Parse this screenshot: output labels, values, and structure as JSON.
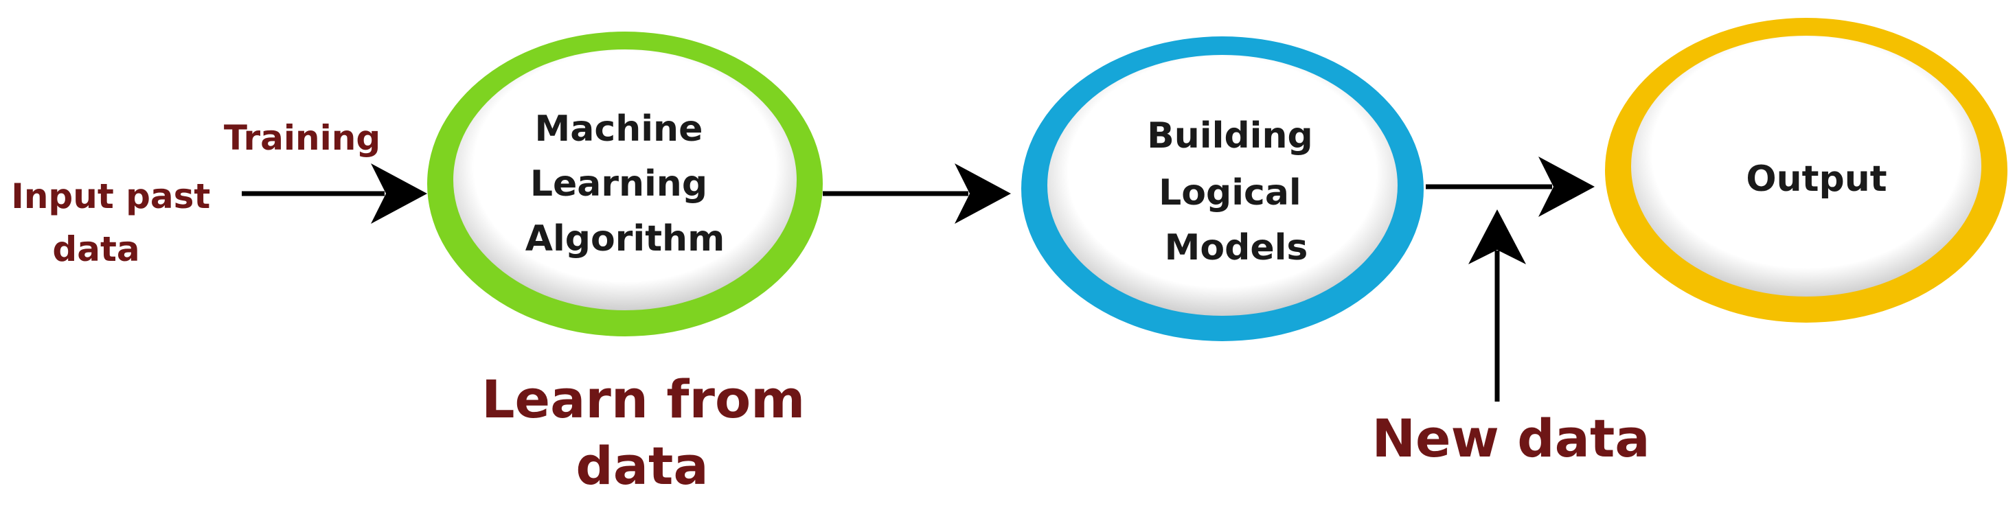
{
  "colors": {
    "label": "#6e1616",
    "arrow": "#000000",
    "node_text": "#1a1a1a",
    "ring_green": "#7ed321",
    "ring_blue": "#16a6d8",
    "ring_yellow": "#f5c000"
  },
  "labels": {
    "training": "Training",
    "input_line1": "Input past",
    "input_line2": "data",
    "learn_line1": "Learn from",
    "learn_line2": "data",
    "new_data": "New data"
  },
  "nodes": {
    "ml": {
      "line1": "Machine",
      "line2": "Learning",
      "line3": "Algorithm",
      "ring_color": "#7ed321"
    },
    "models": {
      "line1": "Building",
      "line2": "Logical",
      "line3": "Models",
      "ring_color": "#16a6d8"
    },
    "output": {
      "line1": "Output",
      "ring_color": "#f5c000"
    }
  }
}
